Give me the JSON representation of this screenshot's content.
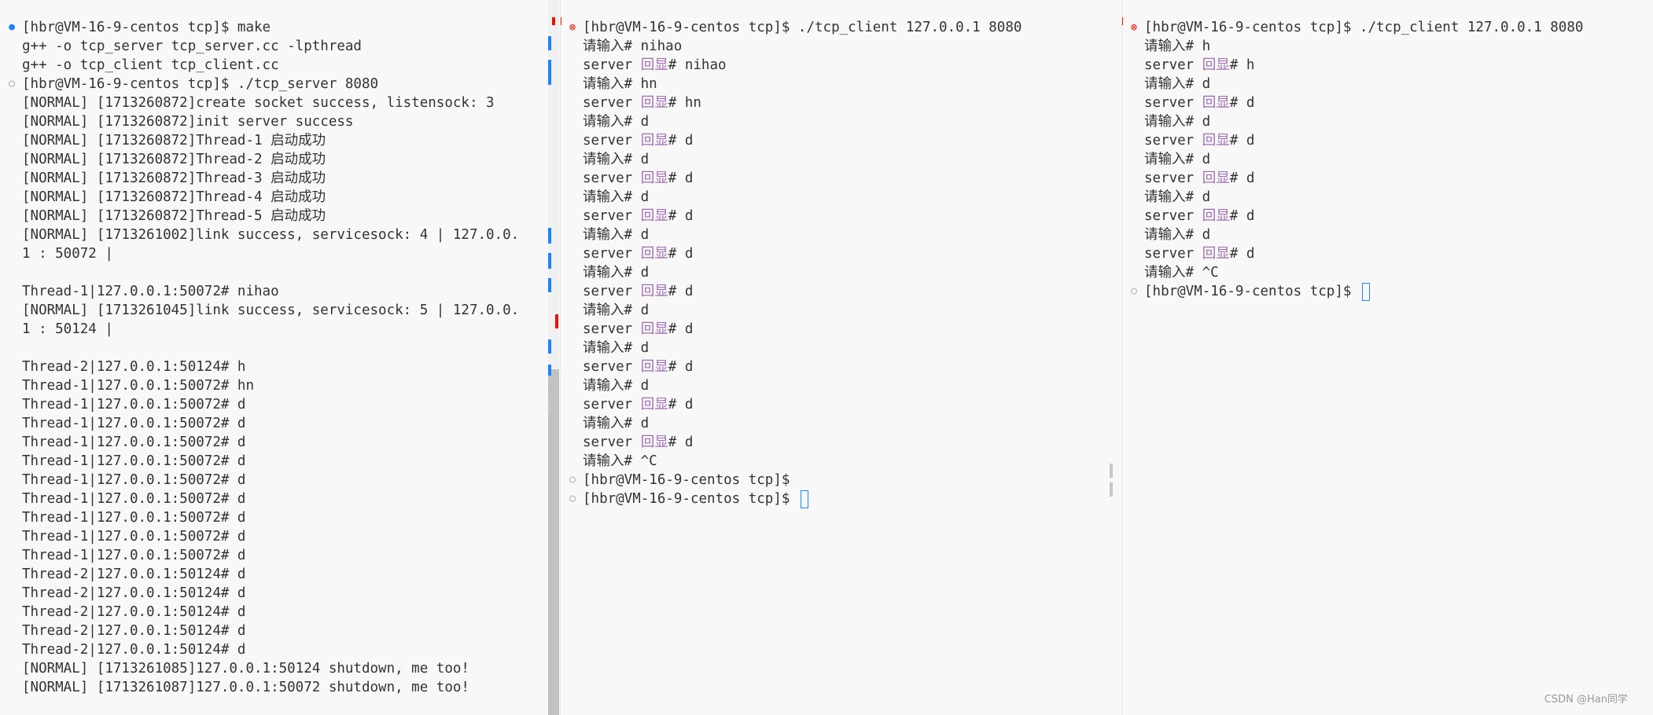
{
  "server_pane": {
    "lines": [
      {
        "decoration": "blue-dot",
        "segments": [
          {
            "text": "[hbr@VM-16-9-centos tcp]$ make"
          }
        ]
      },
      {
        "decoration": "",
        "segments": [
          {
            "text": "g++ -o tcp_server tcp_server.cc -lpthread"
          }
        ]
      },
      {
        "decoration": "",
        "segments": [
          {
            "text": "g++ -o tcp_client tcp_client.cc"
          }
        ]
      },
      {
        "decoration": "circle",
        "segments": [
          {
            "text": "[hbr@VM-16-9-centos tcp]$ ./tcp_server 8080"
          }
        ]
      },
      {
        "decoration": "",
        "segments": [
          {
            "text": "[NORMAL] [1713260872]create socket success, listensock: 3"
          }
        ]
      },
      {
        "decoration": "",
        "segments": [
          {
            "text": "[NORMAL] [1713260872]init server success"
          }
        ]
      },
      {
        "decoration": "",
        "segments": [
          {
            "text": "[NORMAL] [1713260872]Thread-1 "
          },
          {
            "text": "启动成功",
            "style": "cjk"
          }
        ]
      },
      {
        "decoration": "",
        "segments": [
          {
            "text": "[NORMAL] [1713260872]Thread-2 "
          },
          {
            "text": "启动成功",
            "style": "cjk"
          }
        ]
      },
      {
        "decoration": "",
        "segments": [
          {
            "text": "[NORMAL] [1713260872]Thread-3 "
          },
          {
            "text": "启动成功",
            "style": "cjk"
          }
        ]
      },
      {
        "decoration": "",
        "segments": [
          {
            "text": "[NORMAL] [1713260872]Thread-4 "
          },
          {
            "text": "启动成功",
            "style": "cjk"
          }
        ]
      },
      {
        "decoration": "",
        "segments": [
          {
            "text": "[NORMAL] [1713260872]Thread-5 "
          },
          {
            "text": "启动成功",
            "style": "cjk"
          }
        ]
      },
      {
        "decoration": "",
        "segments": [
          {
            "text": "[NORMAL] [1713261002]link success, servicesock: 4 | 127.0.0."
          }
        ]
      },
      {
        "decoration": "",
        "segments": [
          {
            "text": "1 : 50072 |"
          }
        ]
      },
      {
        "decoration": "",
        "segments": []
      },
      {
        "decoration": "",
        "segments": [
          {
            "text": "Thread-1|127.0.0.1:50072# nihao"
          }
        ]
      },
      {
        "decoration": "",
        "segments": [
          {
            "text": "[NORMAL] [1713261045]link success, servicesock: 5 | 127.0.0."
          }
        ]
      },
      {
        "decoration": "",
        "segments": [
          {
            "text": "1 : 50124 |"
          }
        ]
      },
      {
        "decoration": "",
        "segments": []
      },
      {
        "decoration": "",
        "segments": [
          {
            "text": "Thread-2|127.0.0.1:50124# h"
          }
        ]
      },
      {
        "decoration": "",
        "segments": [
          {
            "text": "Thread-1|127.0.0.1:50072# hn"
          }
        ]
      },
      {
        "decoration": "",
        "segments": [
          {
            "text": "Thread-1|127.0.0.1:50072# d"
          }
        ]
      },
      {
        "decoration": "",
        "segments": [
          {
            "text": "Thread-1|127.0.0.1:50072# d"
          }
        ]
      },
      {
        "decoration": "",
        "segments": [
          {
            "text": "Thread-1|127.0.0.1:50072# d"
          }
        ]
      },
      {
        "decoration": "",
        "segments": [
          {
            "text": "Thread-1|127.0.0.1:50072# d"
          }
        ]
      },
      {
        "decoration": "",
        "segments": [
          {
            "text": "Thread-1|127.0.0.1:50072# d"
          }
        ]
      },
      {
        "decoration": "",
        "segments": [
          {
            "text": "Thread-1|127.0.0.1:50072# d"
          }
        ]
      },
      {
        "decoration": "",
        "segments": [
          {
            "text": "Thread-1|127.0.0.1:50072# d"
          }
        ]
      },
      {
        "decoration": "",
        "segments": [
          {
            "text": "Thread-1|127.0.0.1:50072# d"
          }
        ]
      },
      {
        "decoration": "",
        "segments": [
          {
            "text": "Thread-1|127.0.0.1:50072# d"
          }
        ]
      },
      {
        "decoration": "",
        "segments": [
          {
            "text": "Thread-2|127.0.0.1:50124# d"
          }
        ]
      },
      {
        "decoration": "",
        "segments": [
          {
            "text": "Thread-2|127.0.0.1:50124# d"
          }
        ]
      },
      {
        "decoration": "",
        "segments": [
          {
            "text": "Thread-2|127.0.0.1:50124# d"
          }
        ]
      },
      {
        "decoration": "",
        "segments": [
          {
            "text": "Thread-2|127.0.0.1:50124# d"
          }
        ]
      },
      {
        "decoration": "",
        "segments": [
          {
            "text": "Thread-2|127.0.0.1:50124# d"
          }
        ]
      },
      {
        "decoration": "",
        "segments": [
          {
            "text": "[NORMAL] [1713261085]127.0.0.1:50124 shutdown, me too!"
          }
        ]
      },
      {
        "decoration": "",
        "segments": [
          {
            "text": "[NORMAL] [1713261087]127.0.0.1:50072 shutdown, me too!"
          }
        ]
      }
    ]
  },
  "client_pane_1": {
    "lines": [
      {
        "decoration": "error",
        "segments": [
          {
            "text": "[hbr@VM-16-9-centos tcp]$ ./tcp_client 127.0.0.1 8080"
          }
        ]
      },
      {
        "decoration": "",
        "segments": [
          {
            "text": "请输入",
            "style": "cjk"
          },
          {
            "text": "# nihao"
          }
        ]
      },
      {
        "decoration": "",
        "segments": [
          {
            "text": "server "
          },
          {
            "text": "回显",
            "style": "cjk-purple"
          },
          {
            "text": "# nihao"
          }
        ]
      },
      {
        "decoration": "",
        "segments": [
          {
            "text": "请输入",
            "style": "cjk"
          },
          {
            "text": "# hn"
          }
        ]
      },
      {
        "decoration": "",
        "segments": [
          {
            "text": "server "
          },
          {
            "text": "回显",
            "style": "cjk-purple"
          },
          {
            "text": "# hn"
          }
        ]
      },
      {
        "decoration": "",
        "segments": [
          {
            "text": "请输入",
            "style": "cjk"
          },
          {
            "text": "# d"
          }
        ]
      },
      {
        "decoration": "",
        "segments": [
          {
            "text": "server "
          },
          {
            "text": "回显",
            "style": "cjk-purple"
          },
          {
            "text": "# d"
          }
        ]
      },
      {
        "decoration": "",
        "segments": [
          {
            "text": "请输入",
            "style": "cjk"
          },
          {
            "text": "# d"
          }
        ]
      },
      {
        "decoration": "",
        "segments": [
          {
            "text": "server "
          },
          {
            "text": "回显",
            "style": "cjk-purple"
          },
          {
            "text": "# d"
          }
        ]
      },
      {
        "decoration": "",
        "segments": [
          {
            "text": "请输入",
            "style": "cjk"
          },
          {
            "text": "# d"
          }
        ]
      },
      {
        "decoration": "",
        "segments": [
          {
            "text": "server "
          },
          {
            "text": "回显",
            "style": "cjk-purple"
          },
          {
            "text": "# d"
          }
        ]
      },
      {
        "decoration": "",
        "segments": [
          {
            "text": "请输入",
            "style": "cjk"
          },
          {
            "text": "# d"
          }
        ]
      },
      {
        "decoration": "",
        "segments": [
          {
            "text": "server "
          },
          {
            "text": "回显",
            "style": "cjk-purple"
          },
          {
            "text": "# d"
          }
        ]
      },
      {
        "decoration": "",
        "segments": [
          {
            "text": "请输入",
            "style": "cjk"
          },
          {
            "text": "# d"
          }
        ]
      },
      {
        "decoration": "",
        "segments": [
          {
            "text": "server "
          },
          {
            "text": "回显",
            "style": "cjk-purple"
          },
          {
            "text": "# d"
          }
        ]
      },
      {
        "decoration": "",
        "segments": [
          {
            "text": "请输入",
            "style": "cjk"
          },
          {
            "text": "# d"
          }
        ]
      },
      {
        "decoration": "",
        "segments": [
          {
            "text": "server "
          },
          {
            "text": "回显",
            "style": "cjk-purple"
          },
          {
            "text": "# d"
          }
        ]
      },
      {
        "decoration": "",
        "segments": [
          {
            "text": "请输入",
            "style": "cjk"
          },
          {
            "text": "# d"
          }
        ]
      },
      {
        "decoration": "",
        "segments": [
          {
            "text": "server "
          },
          {
            "text": "回显",
            "style": "cjk-purple"
          },
          {
            "text": "# d"
          }
        ]
      },
      {
        "decoration": "",
        "segments": [
          {
            "text": "请输入",
            "style": "cjk"
          },
          {
            "text": "# d"
          }
        ]
      },
      {
        "decoration": "",
        "segments": [
          {
            "text": "server "
          },
          {
            "text": "回显",
            "style": "cjk-purple"
          },
          {
            "text": "# d"
          }
        ]
      },
      {
        "decoration": "",
        "segments": [
          {
            "text": "请输入",
            "style": "cjk"
          },
          {
            "text": "# d"
          }
        ]
      },
      {
        "decoration": "",
        "segments": [
          {
            "text": "server "
          },
          {
            "text": "回显",
            "style": "cjk-purple"
          },
          {
            "text": "# d"
          }
        ]
      },
      {
        "decoration": "",
        "segments": [
          {
            "text": "请输入",
            "style": "cjk"
          },
          {
            "text": "# ^C"
          }
        ]
      },
      {
        "decoration": "circle",
        "segments": [
          {
            "text": "[hbr@VM-16-9-centos tcp]$"
          }
        ]
      },
      {
        "decoration": "circle",
        "segments": [
          {
            "text": "[hbr@VM-16-9-centos tcp]$ "
          }
        ],
        "cursor": true
      }
    ]
  },
  "client_pane_2": {
    "lines": [
      {
        "decoration": "error",
        "segments": [
          {
            "text": "[hbr@VM-16-9-centos tcp]$ ./tcp_client 127.0.0.1 8080"
          }
        ]
      },
      {
        "decoration": "",
        "segments": [
          {
            "text": "请输入",
            "style": "cjk"
          },
          {
            "text": "# h"
          }
        ]
      },
      {
        "decoration": "",
        "segments": [
          {
            "text": "server "
          },
          {
            "text": "回显",
            "style": "cjk-purple"
          },
          {
            "text": "# h"
          }
        ]
      },
      {
        "decoration": "",
        "segments": [
          {
            "text": "请输入",
            "style": "cjk"
          },
          {
            "text": "# d"
          }
        ]
      },
      {
        "decoration": "",
        "segments": [
          {
            "text": "server "
          },
          {
            "text": "回显",
            "style": "cjk-purple"
          },
          {
            "text": "# d"
          }
        ]
      },
      {
        "decoration": "",
        "segments": [
          {
            "text": "请输入",
            "style": "cjk"
          },
          {
            "text": "# d"
          }
        ]
      },
      {
        "decoration": "",
        "segments": [
          {
            "text": "server "
          },
          {
            "text": "回显",
            "style": "cjk-purple"
          },
          {
            "text": "# d"
          }
        ]
      },
      {
        "decoration": "",
        "segments": [
          {
            "text": "请输入",
            "style": "cjk"
          },
          {
            "text": "# d"
          }
        ]
      },
      {
        "decoration": "",
        "segments": [
          {
            "text": "server "
          },
          {
            "text": "回显",
            "style": "cjk-purple"
          },
          {
            "text": "# d"
          }
        ]
      },
      {
        "decoration": "",
        "segments": [
          {
            "text": "请输入",
            "style": "cjk"
          },
          {
            "text": "# d"
          }
        ]
      },
      {
        "decoration": "",
        "segments": [
          {
            "text": "server "
          },
          {
            "text": "回显",
            "style": "cjk-purple"
          },
          {
            "text": "# d"
          }
        ]
      },
      {
        "decoration": "",
        "segments": [
          {
            "text": "请输入",
            "style": "cjk"
          },
          {
            "text": "# d"
          }
        ]
      },
      {
        "decoration": "",
        "segments": [
          {
            "text": "server "
          },
          {
            "text": "回显",
            "style": "cjk-purple"
          },
          {
            "text": "# d"
          }
        ]
      },
      {
        "decoration": "",
        "segments": [
          {
            "text": "请输入",
            "style": "cjk"
          },
          {
            "text": "# ^C"
          }
        ]
      },
      {
        "decoration": "circle",
        "segments": [
          {
            "text": "[hbr@VM-16-9-centos tcp]$ "
          }
        ],
        "cursor": true
      }
    ]
  },
  "watermark": "CSDN @Han同学",
  "colors": {
    "background": "#f8f8f8",
    "text": "#333333",
    "accent_blue": "#1a85ff",
    "error_red": "#e51400",
    "cjk_purple": "#a06cb0"
  },
  "icons": {
    "blue-dot": "command-success-dot-icon",
    "circle": "command-idle-circle-icon",
    "error": "command-error-icon"
  }
}
